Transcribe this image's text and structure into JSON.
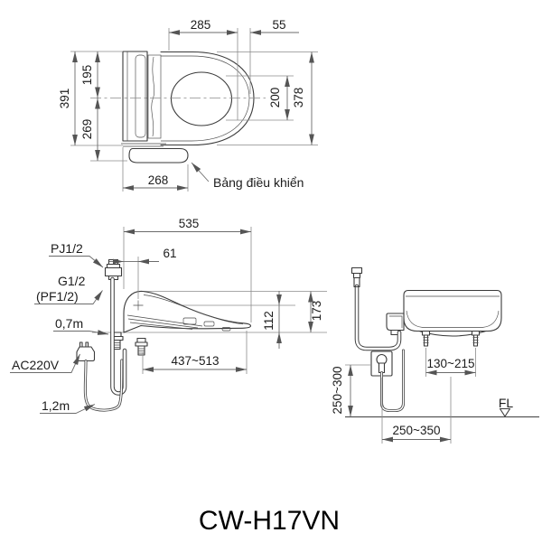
{
  "product_code": "CW-H17VN",
  "colors": {
    "outline": "#3a3a3a",
    "dimension_line": "#6b6b6b",
    "text": "#1c1c1c",
    "background": "#ffffff"
  },
  "views": {
    "top": {
      "lid_length": "285",
      "back_gap": "55",
      "front_depth": "195",
      "total_depth": "391",
      "rear_depth": "269",
      "bowl_opening": "200",
      "seat_width": "378",
      "panel_length": "268",
      "control_panel_callout": "Bảng điều khiển"
    },
    "side": {
      "total_length": "535",
      "nozzle_offset": "61",
      "water_joint": "PJ1/2",
      "valve_thread": "G1/2",
      "valve_thread_alt": "(PF1/2)",
      "hose_length": "0,7m",
      "power_supply": "AC220V",
      "cord_length": "1,2m",
      "mounting_range": "437~513",
      "seat_height": "112",
      "total_height": "173"
    },
    "rear": {
      "bolt_pitch": "130~215",
      "outlet_height": "250~300",
      "outlet_offset": "250~350",
      "floor_level": "FL"
    }
  }
}
